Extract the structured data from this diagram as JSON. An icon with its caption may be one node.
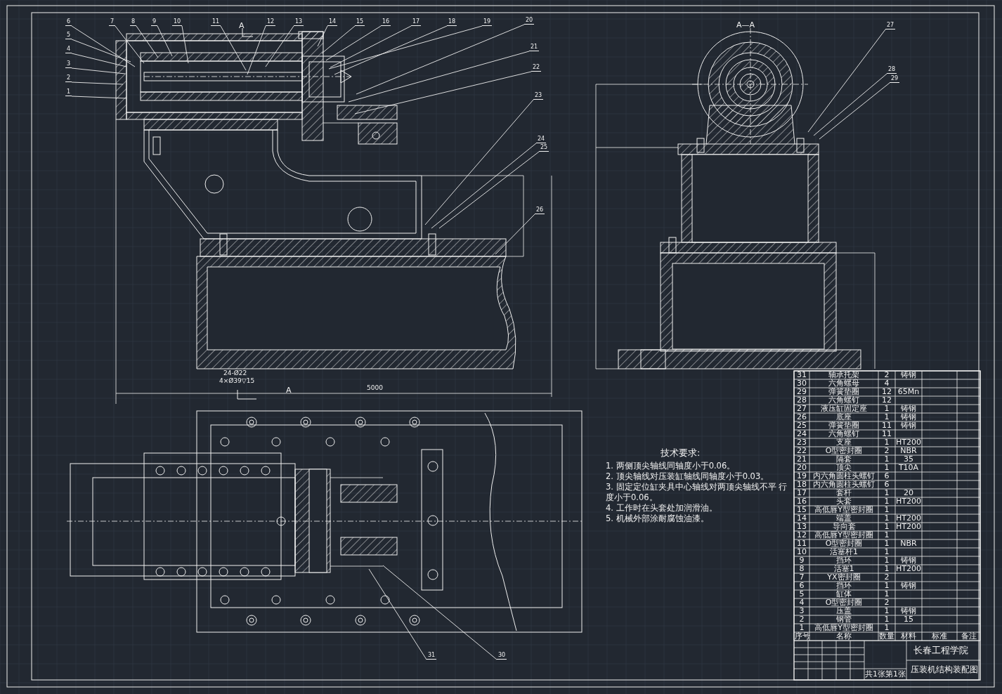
{
  "diagram": {
    "nodes": [
      {
        "text": [
          "1"
        ]
      },
      {
        "text": [
          "2"
        ]
      },
      {
        "text": [
          "3"
        ]
      },
      {
        "text": [
          "4"
        ]
      },
      {
        "text": [
          "5"
        ]
      },
      {
        "text": [
          "6"
        ]
      },
      {
        "text": [
          "7"
        ]
      },
      {
        "text": [
          "8"
        ]
      },
      {
        "text": [
          "9"
        ]
      },
      {
        "text": [
          "10"
        ]
      },
      {
        "text": [
          "11"
        ]
      },
      {
        "text": [
          "12"
        ]
      },
      {
        "text": [
          "13"
        ]
      },
      {
        "text": [
          "14"
        ]
      },
      {
        "text": [
          "15"
        ]
      },
      {
        "text": [
          "16"
        ]
      },
      {
        "text": [
          "17"
        ]
      },
      {
        "text": [
          "18"
        ]
      },
      {
        "text": [
          "19"
        ]
      },
      {
        "text": [
          "20"
        ]
      },
      {
        "text": [
          "21"
        ]
      },
      {
        "text": [
          "22"
        ]
      },
      {
        "text": [
          "23"
        ]
      },
      {
        "text": [
          "24"
        ]
      },
      {
        "text": [
          "25"
        ]
      },
      {
        "text": [
          "26"
        ]
      },
      {
        "text": [
          "27"
        ]
      },
      {
        "text": [
          "28"
        ]
      },
      {
        "text": [
          "29"
        ]
      },
      {
        "text": [
          "30"
        ]
      },
      {
        "text": [
          "31"
        ]
      }
    ],
    "edges": [
      {
        "from": 0,
        "to": null,
        "arrow": "none"
      },
      {
        "from": 1,
        "to": null,
        "arrow": "none"
      },
      {
        "from": 2,
        "to": null,
        "arrow": "none"
      },
      {
        "from": 3,
        "to": null,
        "arrow": "none"
      },
      {
        "from": 4,
        "to": null,
        "arrow": "none"
      },
      {
        "from": 5,
        "to": null,
        "arrow": "none"
      },
      {
        "from": 6,
        "to": null,
        "arrow": "none"
      },
      {
        "from": 7,
        "to": null,
        "arrow": "none"
      },
      {
        "from": 8,
        "to": null,
        "arrow": "none"
      },
      {
        "from": 9,
        "to": null,
        "arrow": "none"
      },
      {
        "from": 10,
        "to": null,
        "arrow": "none"
      },
      {
        "from": 11,
        "to": null,
        "arrow": "none"
      },
      {
        "from": 12,
        "to": null,
        "arrow": "none"
      },
      {
        "from": 13,
        "to": null,
        "arrow": "none"
      },
      {
        "from": 14,
        "to": null,
        "arrow": "none"
      },
      {
        "from": 15,
        "to": null,
        "arrow": "none"
      },
      {
        "from": 16,
        "to": null,
        "arrow": "none"
      },
      {
        "from": 17,
        "to": null,
        "arrow": "none"
      },
      {
        "from": 18,
        "to": null,
        "arrow": "none"
      },
      {
        "from": 19,
        "to": null,
        "arrow": "none"
      },
      {
        "from": 20,
        "to": null,
        "arrow": "none"
      },
      {
        "from": 21,
        "to": null,
        "arrow": "none"
      },
      {
        "from": 22,
        "to": null,
        "arrow": "none"
      },
      {
        "from": 23,
        "to": null,
        "arrow": "none"
      },
      {
        "from": 24,
        "to": null,
        "arrow": "none"
      },
      {
        "from": 25,
        "to": null,
        "arrow": "none"
      },
      {
        "from": 26,
        "to": null,
        "arrow": "none"
      },
      {
        "from": 27,
        "to": null,
        "arrow": "none"
      },
      {
        "from": 28,
        "to": null,
        "arrow": "none"
      },
      {
        "from": 29,
        "to": null,
        "arrow": "none"
      },
      {
        "from": 30,
        "to": null,
        "arrow": "none"
      }
    ],
    "labels": [
      "A",
      "A—A",
      "24-Ø22",
      "4×Ø39▽15",
      "A",
      "5000",
      "技术要求:",
      "1. 两侧顶尖轴线同轴度小于0.06。",
      "2. 顶尖轴线对压装缸轴线同轴度小于0.03。",
      "3. 固定定位缸夹具中心轴线对两顶尖轴线不平 行度小于0.06。",
      "4. 工作时在头套处加润滑油。",
      "5. 机械外部涂耐腐蚀油漆。",
      "31",
      "轴承托架",
      "2",
      "铸钢",
      "30",
      "六角螺母",
      "4",
      "29",
      "弹簧垫圈",
      "12",
      "65Mn",
      "28",
      "六角螺钉",
      "12",
      "27",
      "液压缸固定座",
      "1",
      "铸钢",
      "26",
      "底座",
      "1",
      "铸钢",
      "25",
      "弹簧垫圈",
      "11",
      "铸钢",
      "24",
      "六角螺钉",
      "11",
      "23",
      "支座",
      "1",
      "HT200",
      "22",
      "O型密封圈",
      "2",
      "NBR",
      "21",
      "隔套",
      "1",
      "35",
      "20",
      "顶尖",
      "1",
      "T10A",
      "19",
      "内六角圆柱头螺钉",
      "6",
      "18",
      "内六角圆柱头螺钉",
      "6",
      "17",
      "套杆",
      "1",
      "20",
      "16",
      "头套",
      "1",
      "HT200",
      "15",
      "高低唇Y型密封圈",
      "1",
      "14",
      "端盖",
      "1",
      "HT200",
      "13",
      "导向套",
      "1",
      "HT200",
      "12",
      "高低唇Y型密封圈",
      "1",
      "11",
      "O型密封圈",
      "1",
      "NBR",
      "10",
      "活塞杆1",
      "1",
      "9",
      "挡环",
      "1",
      "铸钢",
      "8",
      "活塞1",
      "1",
      "HT200",
      "7",
      "YX密封圈",
      "2",
      "6",
      "挡环",
      "1",
      "铸钢",
      "5",
      "缸体",
      "1",
      "4",
      "O型密封圈",
      "2",
      "3",
      "压盖",
      "1",
      "铸钢",
      "2",
      "钢管",
      "1",
      "15",
      "1",
      "高低唇Y型密封圈",
      "1",
      "序号",
      "名称",
      "数量",
      "材料",
      "标准",
      "备注",
      "长春工程学院",
      "压装机结构装配图",
      "共1张",
      "第1张"
    ]
  }
}
